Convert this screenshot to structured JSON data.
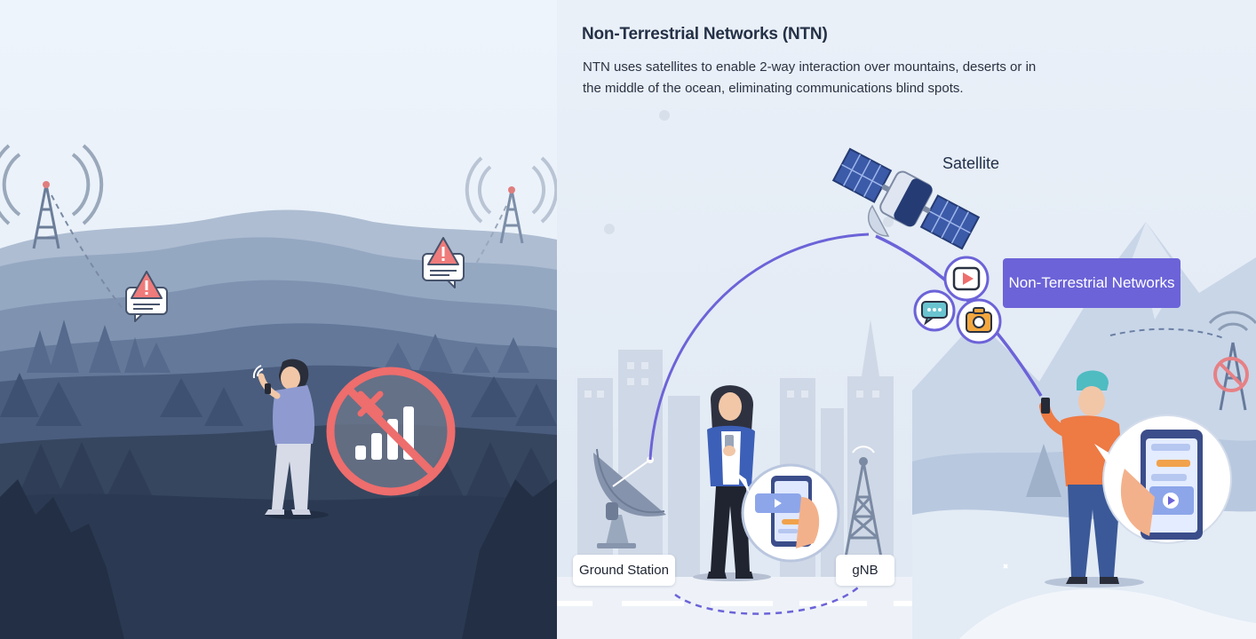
{
  "header": {
    "title": "Non-Terrestrial Networks (NTN)",
    "description": "NTN uses satellites to enable 2-way interaction over mountains, deserts or in the middle of the ocean, eliminating communications blind spots."
  },
  "labels": {
    "satellite": "Satellite",
    "ground_station": "Ground Station",
    "gnb": "gNB",
    "ntn_box": "Non-Terrestrial Networks"
  },
  "icons": [
    "tower-icon",
    "warning-bubble-icon",
    "no-signal-icon",
    "satellite-icon",
    "satellite-dish-icon",
    "play-icon",
    "chat-icon",
    "camera-icon",
    "phone-icon"
  ],
  "colors": {
    "accent": "#6c63d8",
    "no_signal": "#ee6d6d",
    "night_sky": "#2b3a52",
    "sky_left": "#eef4fb",
    "sky_right": "#e6edf7"
  }
}
